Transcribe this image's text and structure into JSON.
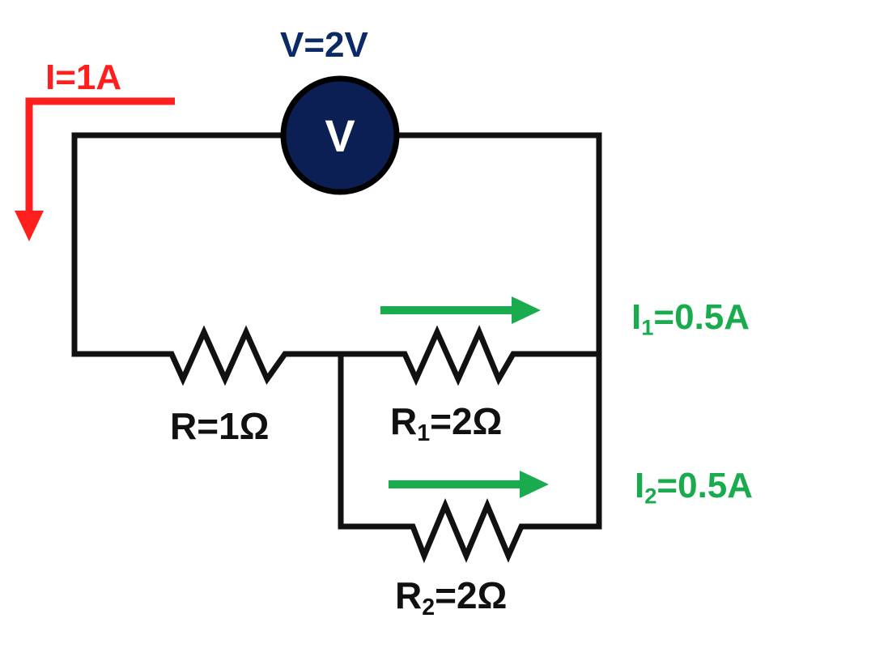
{
  "colors": {
    "wire": "#111111",
    "meter_fill": "#0c1f55",
    "meter_border": "#000000",
    "meter_text": "#ffffff",
    "total_current": "#ff1f1f",
    "branch_current": "#1aab4f",
    "voltage_label": "#0b2a66"
  },
  "voltmeter": {
    "symbol": "V",
    "reading": "V=2V"
  },
  "total_current": {
    "label": "I=1A"
  },
  "resistors": {
    "r": {
      "label": "R=1Ω"
    },
    "r1": {
      "main": "R",
      "sub": "1",
      "rest": "=2Ω"
    },
    "r2": {
      "main": "R",
      "sub": "2",
      "rest": "=2Ω"
    }
  },
  "branch_currents": {
    "i1": {
      "main": "I",
      "sub": "1",
      "rest": "=0.5A"
    },
    "i2": {
      "main": "I",
      "sub": "2",
      "rest": "=0.5A"
    }
  }
}
